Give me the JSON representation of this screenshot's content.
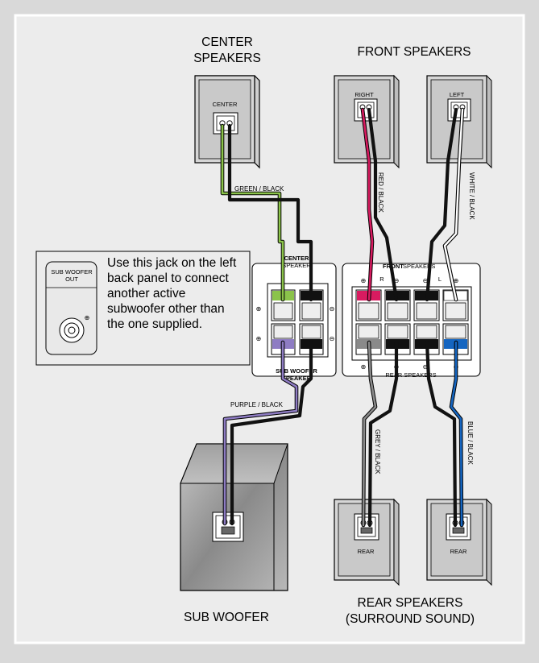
{
  "labels": {
    "center_speakers_line1": "CENTER",
    "center_speakers_line2": "SPEAKERS",
    "front_speakers": "FRONT SPEAKERS",
    "sub_woofer": "SUB WOOFER",
    "rear_speakers_line1": "REAR SPEAKERS",
    "rear_speakers_line2": "(SURROUND SOUND)"
  },
  "speaker_tags": {
    "center": "CENTER",
    "right": "RIGHT",
    "left": "LEFT",
    "rear_left": "REAR",
    "rear_right": "REAR"
  },
  "wires": {
    "green": "GREEN / BLACK",
    "red": "RED / BLACK",
    "white": "WHITE / BLACK",
    "purple": "PURPLE / BLACK",
    "grey": "GREY / BLACK",
    "blue": "BLUE / BLACK"
  },
  "panel": {
    "center_bold": "CENTER",
    "center_rest": "SPEAKER",
    "sub_line1": "SUB WOOFER",
    "sub_line2": "SPEAKER",
    "front_bold": "FRONT",
    "front_rest": " SPEAKERS",
    "rear": "REAR SPEAKERS",
    "r": "R",
    "l": "L",
    "plus": "⊕",
    "minus": "⊖"
  },
  "note": {
    "jack_line1": "SUB WOOFER",
    "jack_line2": "OUT",
    "text": "Use this jack on the left back panel to connect another active subwoofer other than the one supplied."
  },
  "colors": {
    "green": "#8bc34a",
    "red": "#d81b60",
    "white": "#ffffff",
    "purple": "#8e7cc3",
    "grey": "#8a8a8a",
    "blue": "#1565c0",
    "black": "#111111",
    "panel_bg": "#ececec"
  }
}
